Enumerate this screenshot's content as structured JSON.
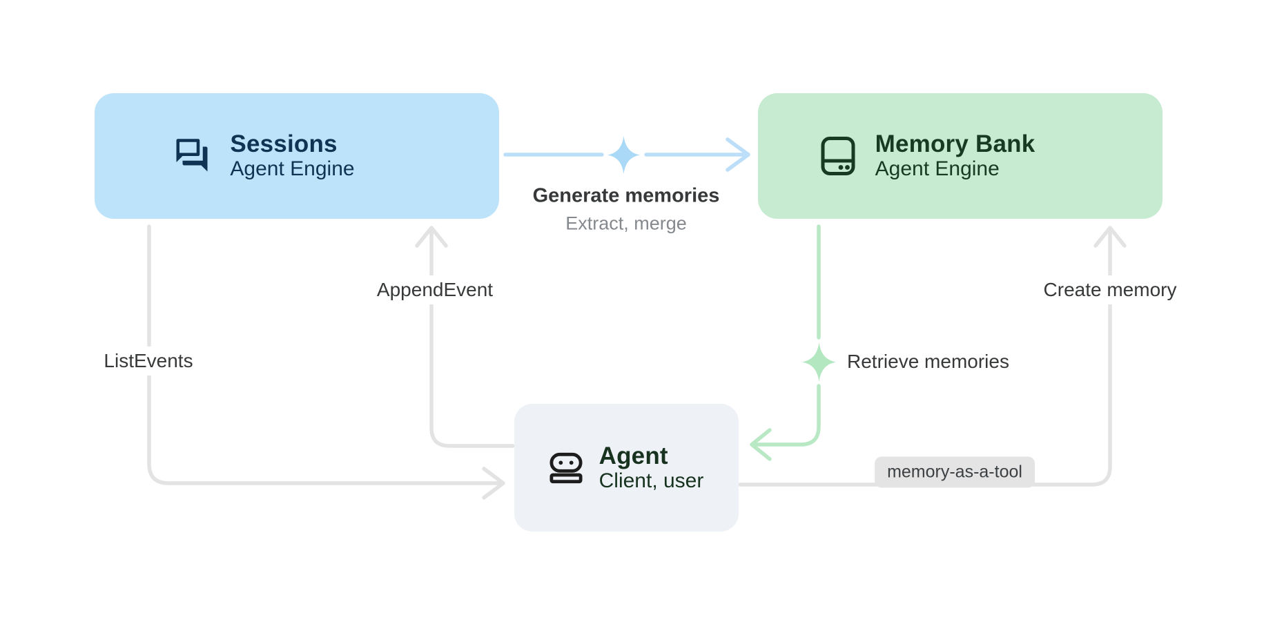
{
  "colors": {
    "canvas_bg": "#ffffff",
    "blue_box": "#bce3f9",
    "green_box": "#c7ebd1",
    "agent_box": "#eef1f6",
    "navy_text": "#0f3352",
    "dark_green_text": "#163a22",
    "agent_text": "#17331f",
    "gray_line": "#e3e3e3",
    "green_line": "#b9e8c5",
    "blue_line": "#bcdef8",
    "blue_sparkle": "#a9d9f6",
    "green_sparkle": "#b2e7c0",
    "label_dark": "#363839",
    "label_gray": "#85898d",
    "badge_bg": "#e4e4e4",
    "badge_text": "#3c4043",
    "icon_black": "#1d1d1d"
  },
  "nodes": {
    "sessions": {
      "title": "Sessions",
      "subtitle": "Agent Engine",
      "icon": "chat-forum-icon"
    },
    "memory_bank": {
      "title": "Memory Bank",
      "subtitle": "Agent Engine",
      "icon": "memory-storage-icon"
    },
    "agent": {
      "title": "Agent",
      "subtitle": "Client, user",
      "icon": "robot-icon"
    }
  },
  "edges": {
    "generate_memories": {
      "label": "Generate memories",
      "sublabel": "Extract, merge",
      "from": "Sessions",
      "to": "Memory Bank",
      "spark": "gemini-spark-icon"
    },
    "append_event": {
      "label": "AppendEvent",
      "from": "Agent",
      "to": "Sessions"
    },
    "list_events": {
      "label": "ListEvents",
      "from": "Sessions",
      "to": "Agent"
    },
    "create_memory": {
      "label": "Create memory",
      "from": "Agent",
      "to": "Memory Bank"
    },
    "retrieve_memories": {
      "label": "Retrieve memories",
      "from": "Memory Bank",
      "to": "Agent",
      "spark": "gemini-spark-icon"
    },
    "memory_as_a_tool": {
      "label": "memory-as-a-tool"
    }
  }
}
